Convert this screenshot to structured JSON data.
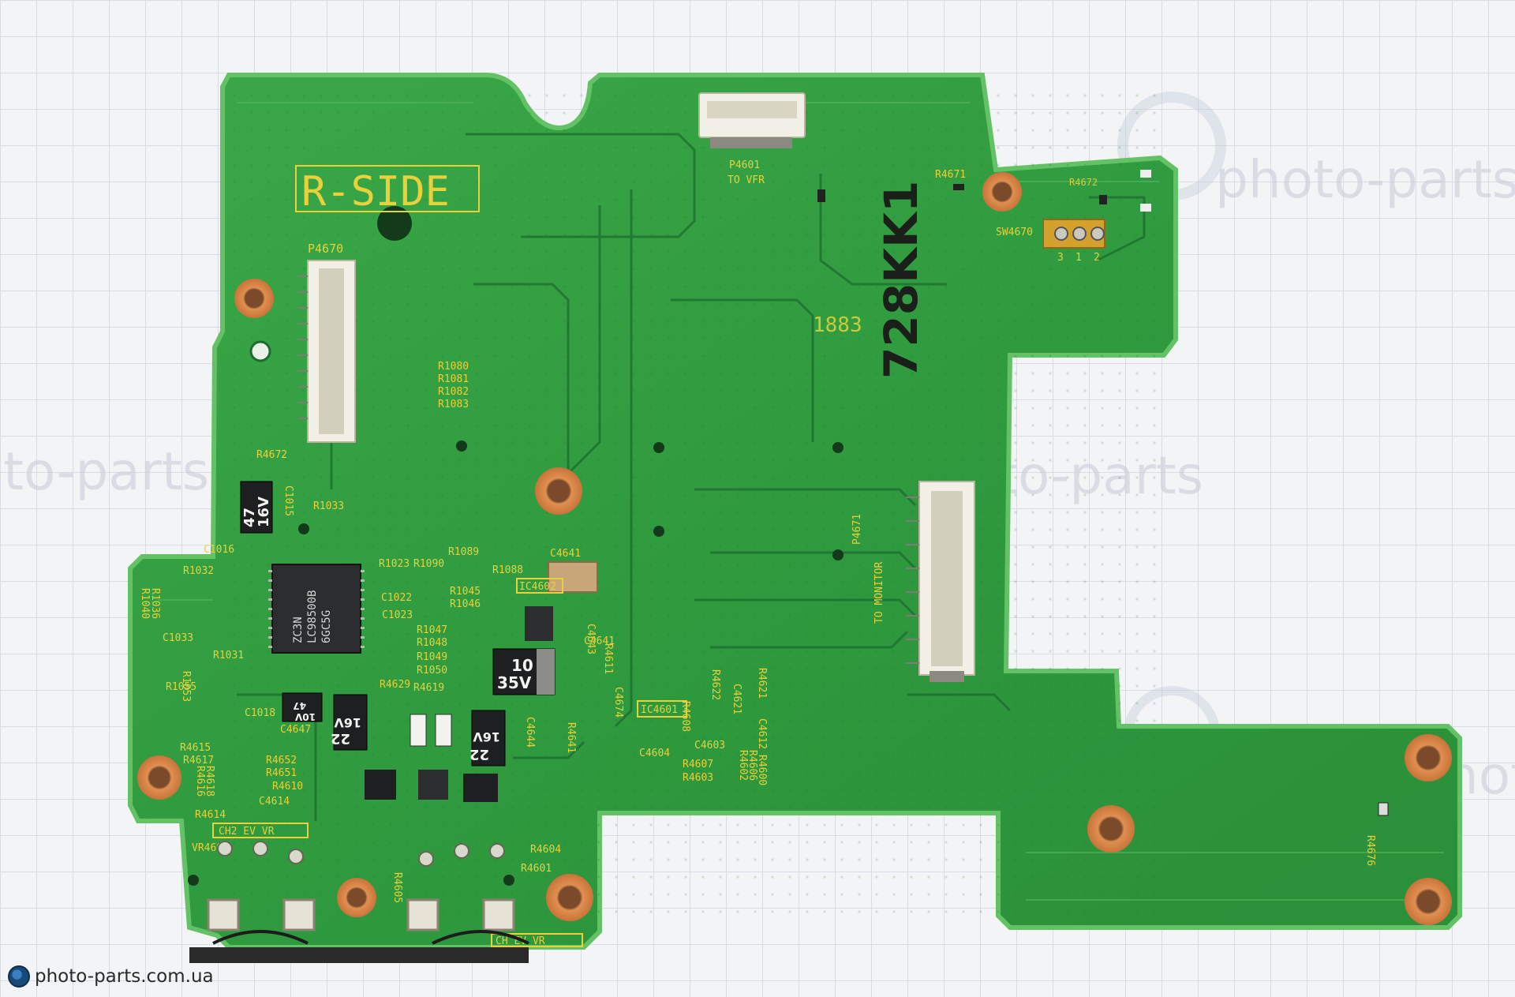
{
  "watermark": {
    "brand_text": "photo-parts",
    "site": "photo-parts.com.ua"
  },
  "board": {
    "colors": {
      "pcb": "#2f9a3e",
      "pcb_light": "#47b24f",
      "pcb_edge": "#62c265",
      "trace_dark": "#1c6b30",
      "silkscreen": "#e8d13a",
      "copper_ring": "#d9823e",
      "ic": "#2b2d2f",
      "connector": "#f1efe6"
    },
    "markings": {
      "side_label": "R-SIDE",
      "handwritten": "728KK1",
      "silk_code": "1883",
      "top_connector_ref": "P4601",
      "top_connector_note": "TO VFR",
      "left_connector_ref": "P4670",
      "right_connector_ref": "P4671",
      "right_connector_note": "TO MONITOR",
      "switch_ref": "SW4670",
      "switch_pins": [
        "3",
        "1",
        "2"
      ],
      "resistor_top_right": "R4671",
      "resistor_r4672_corner": "R4672",
      "main_ic_label": [
        "ZC3N",
        "LC98500B",
        "6GC5G"
      ],
      "ic_ref_mid": "IC4602",
      "ic_ref_low": "IC4601",
      "cap_large_1": [
        "47",
        "16V"
      ],
      "cap_large_2": [
        "10",
        "35V"
      ],
      "cap_small_1": [
        "22",
        "16V"
      ],
      "cap_small_2": [
        "22",
        "16V"
      ],
      "cap_small_3": [
        "47",
        "10V"
      ],
      "cap_ref": "C4641",
      "far_right_resistor": "R4676",
      "bottom_left_label": "CH2 EV VR",
      "bottom_right_label": "CH EV VR",
      "component_refs": [
        "R1080",
        "R1081",
        "R1082",
        "R1083",
        "R4672",
        "C1015",
        "R1033",
        "C1016",
        "R1032",
        "R1040",
        "R1036",
        "C1033",
        "R1031",
        "R1053",
        "R1055",
        "R1023",
        "R1090",
        "R1089",
        "R1088",
        "R1045",
        "R1046",
        "C1022",
        "C1023",
        "R1047",
        "R1048",
        "R1049",
        "R1050",
        "C1018",
        "C4647",
        "R4615",
        "R4617",
        "R4616",
        "R4618",
        "R4614",
        "R4652",
        "R4651",
        "R4610",
        "C4614",
        "VR4602",
        "R4621",
        "C4612",
        "R4600",
        "R4622",
        "R4608",
        "C4621",
        "C4604",
        "C4603",
        "R4607",
        "R4603",
        "R4602",
        "R4606",
        "R4604",
        "R4601",
        "R4605",
        "C4643",
        "R4611",
        "C4644",
        "C4674",
        "R4641",
        "C4641",
        "R4629",
        "R4619"
      ]
    }
  }
}
